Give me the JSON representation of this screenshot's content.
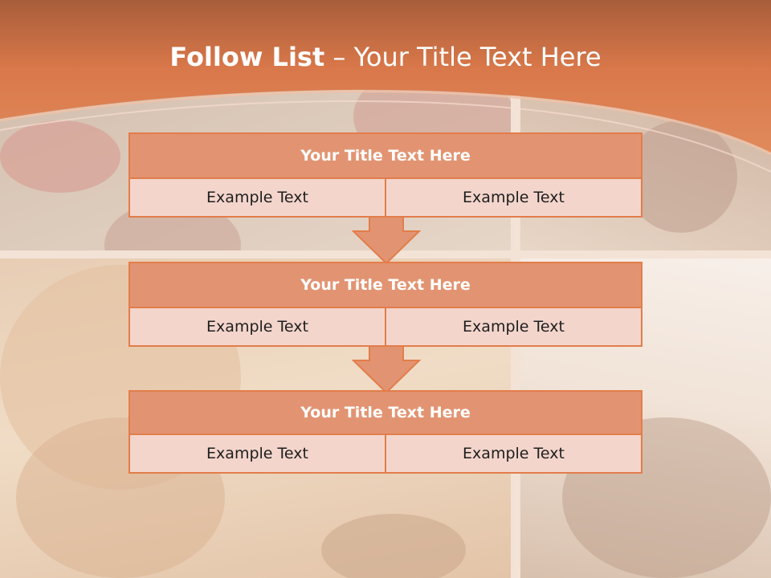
{
  "slide": {
    "title_bold": "Follow List",
    "title_rest": " – Your Title Text Here"
  },
  "blocks": [
    {
      "title": "Your Title Text Here",
      "left": "Example Text",
      "right": "Example Text"
    },
    {
      "title": "Your Title Text Here",
      "left": "Example Text",
      "right": "Example Text"
    },
    {
      "title": "Your Title Text Here",
      "left": "Example Text",
      "right": "Example Text"
    }
  ],
  "colors": {
    "header_orange": "#d9784a",
    "block_title_fill": "#e29472",
    "cell_fill": "#f3d5cc",
    "border": "#e27d4a"
  },
  "icons": [
    "down-arrow-icon",
    "down-arrow-icon"
  ]
}
